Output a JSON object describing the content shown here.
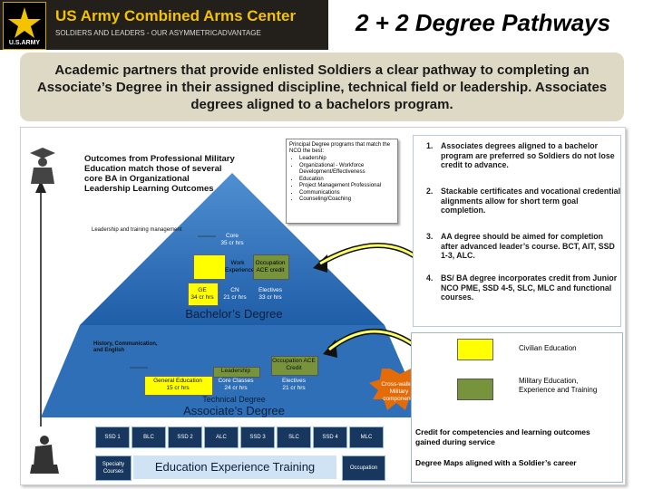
{
  "header": {
    "org_title": "US Army Combined Arms Center",
    "org_subtitle": "SOLDIERS AND LEADERS - OUR ASYMMETRICADVANTAGE",
    "logo_text": "U.S.ARMY",
    "slide_title": "2 + 2 Degree Pathways"
  },
  "banner": {
    "text": "Academic partners that provide enlisted Soldiers a clear pathway to completing an Associate’s Degree in their assigned discipline, technical field or leadership. Associates degrees aligned to a bachelors program."
  },
  "diagram": {
    "outcomes_text": "Outcomes from Professional Military Education match those of several core BA in Organizational Leadership Learning Outcomes",
    "principal_box": {
      "title": "Principal Degree programs that match the NCO the best:",
      "items": [
        "Leadership",
        "Organizational - Workforce Development/Effectiveness",
        "Education",
        "Project Management Professional",
        "Communications",
        "Counseling/Coaching"
      ]
    },
    "leadership_training_label": "Leadership and training management",
    "history_label": "History, Communication, and English",
    "pyramid": {
      "core": "Core",
      "core_hours": "35 cr hrs",
      "work_experience": "Work Experience",
      "occupation_ace": "Occupation ACE credit",
      "ge": "GE",
      "ge_hours": "34 cr hrs",
      "cn": "CN",
      "cn_hours": "21 cr hrs",
      "electives": "Electives",
      "electives_hours": "33 cr hrs",
      "bachelors": "Bachelor’s Degree",
      "occupation_ace_2": "Occupation ACE Credit",
      "leadership": "Leadership",
      "general_education": "General Education",
      "general_education_hours": "15 cr hrs",
      "core_classes": "Core Classes",
      "core_classes_hours": "24 cr hrs",
      "electives_2": "Electives",
      "electives_2_hours": "21 cr hrs",
      "technical_degree": "Technical Degree",
      "associates": "Associate’s Degree",
      "cross_walked": "Cross-walked Military components",
      "row1": [
        "SSD 1",
        "BLC",
        "SSD 2",
        "ALC",
        "SSD 3",
        "SLC",
        "SSD 4",
        "MLC"
      ],
      "specialty_courses": "Specialty Courses",
      "eet": "Education Experience Training",
      "occupation": "Occupation"
    },
    "right_list": [
      {
        "num": "1.",
        "text": "Associates degrees aligned to a bachelor program are preferred so Soldiers do not lose credit to advance."
      },
      {
        "num": "2.",
        "text": "Stackable certificates and vocational credential alignments allow for short term goal completion."
      },
      {
        "num": "3.",
        "text": "AA degree should be aimed for completion after advanced leader’s course. BCT, AIT, SSD 1-3, ALC."
      },
      {
        "num": "4.",
        "text": "BS/ BA degree incorporates credit from Junior NCO PME, SSD 4-5, SLC, MLC and functional courses."
      }
    ],
    "legend": {
      "civilian": "Civilian Education",
      "military": "Military Education, Experience and Training",
      "credit": "Credit for competencies and learning outcomes gained during service",
      "degree_maps": "Degree Maps aligned with a Soldier’s career"
    }
  },
  "colors": {
    "gold": "#f3c300",
    "header_bg": "#231f1a",
    "banner_bg": "#ddd9c4",
    "pyramid_blue": "#2e75b6",
    "navy": "#17375e",
    "yellow": "#ffff00",
    "green": "#77933c",
    "orange": "#e36c09"
  }
}
